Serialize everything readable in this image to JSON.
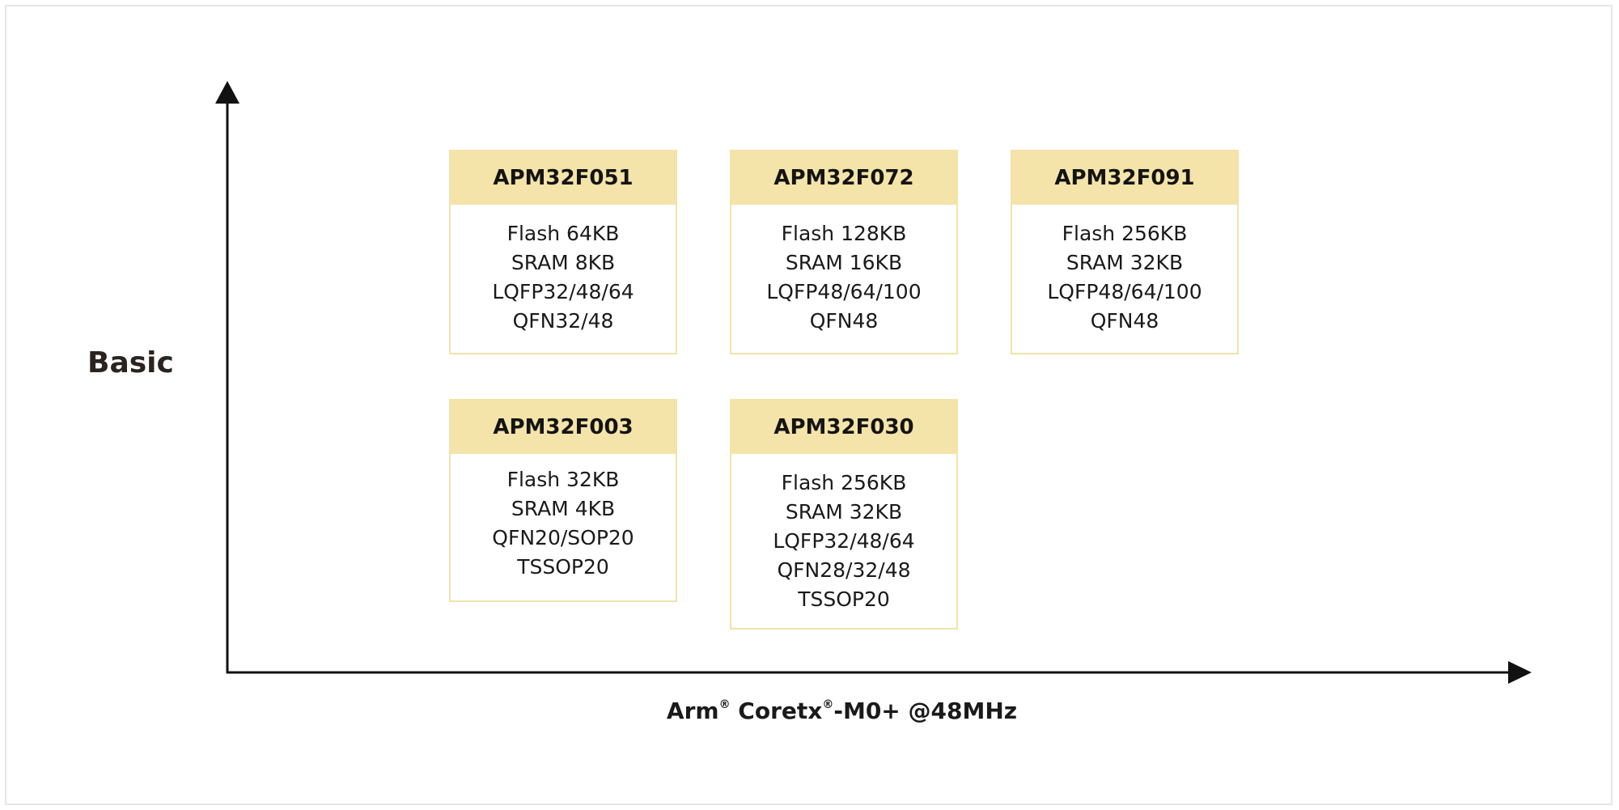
{
  "diagram": {
    "y_axis_label": "Basic",
    "x_axis_label": {
      "part1": "Arm",
      "reg1": "®",
      "part2": " Coretx",
      "reg2": "®",
      "part3": "-M0+ @48MHz"
    },
    "colors": {
      "card_header": "#f4e4a9",
      "card_border": "#f3e3a9",
      "axis": "#111111"
    },
    "cards": [
      {
        "title": "APM32F051",
        "specs": [
          "Flash 64KB",
          "SRAM 8KB",
          "LQFP32/48/64",
          "QFN32/48"
        ]
      },
      {
        "title": "APM32F072",
        "specs": [
          "Flash 128KB",
          "SRAM 16KB",
          "LQFP48/64/100",
          "QFN48"
        ]
      },
      {
        "title": "APM32F091",
        "specs": [
          "Flash 256KB",
          "SRAM 32KB",
          "LQFP48/64/100",
          "QFN48"
        ]
      },
      {
        "title": "APM32F003",
        "specs": [
          "Flash 32KB",
          "SRAM 4KB",
          "QFN20/SOP20",
          "TSSOP20"
        ]
      },
      {
        "title": "APM32F030",
        "specs": [
          "Flash 256KB",
          "SRAM 32KB",
          "LQFP32/48/64",
          "QFN28/32/48",
          "TSSOP20"
        ]
      }
    ]
  }
}
